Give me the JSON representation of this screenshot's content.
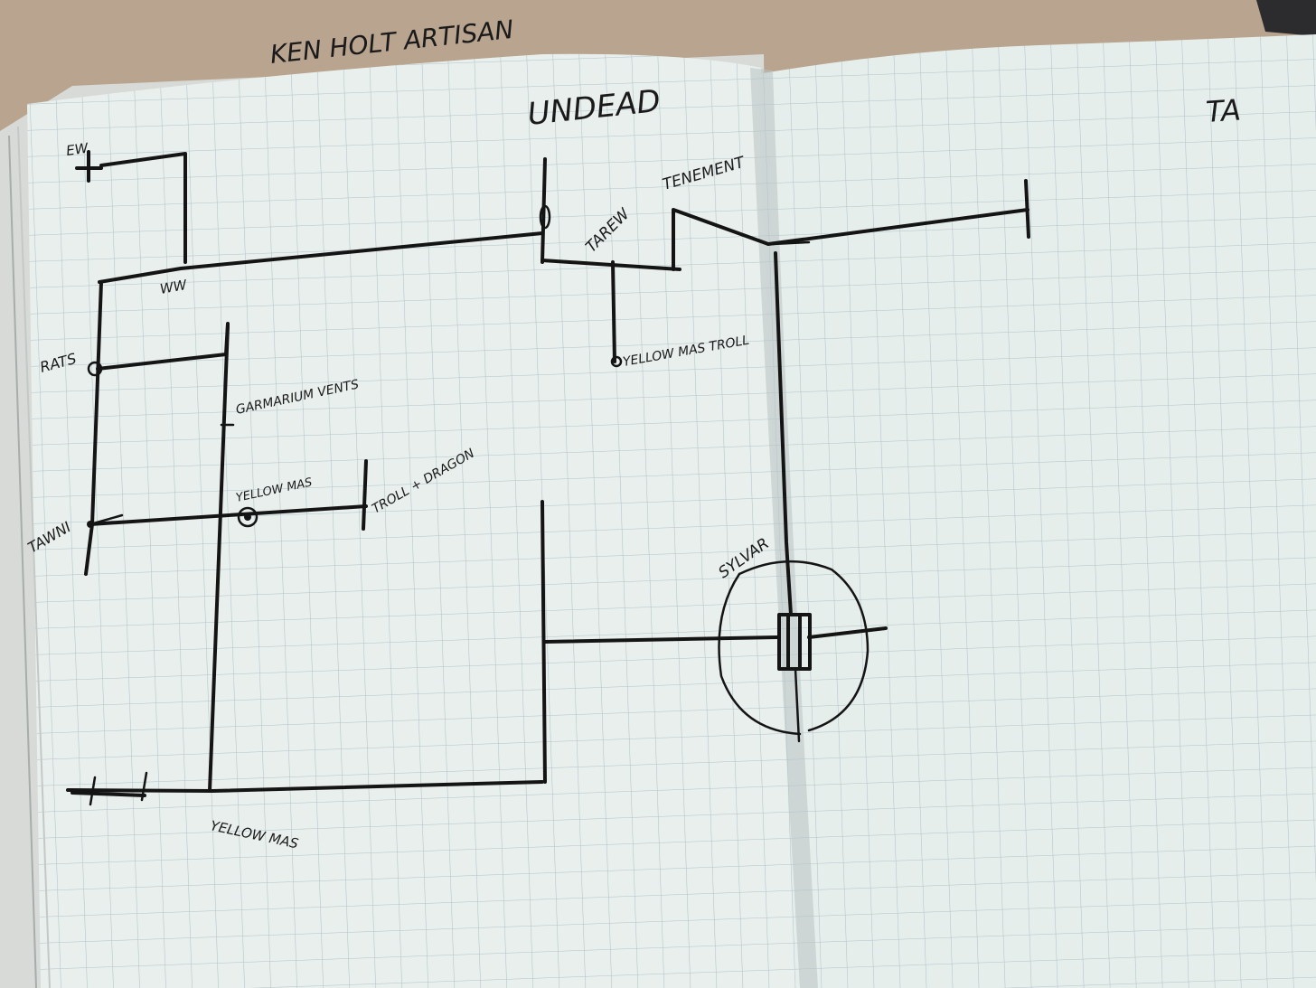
{
  "title": "KEN HOLT ARTISAN",
  "headings": {
    "center": "UNDEAD",
    "right": "TA"
  },
  "labels": {
    "ew": "EW",
    "ww": "WW",
    "rats": "RATS",
    "garmarium": "GARMARIUM VENTS",
    "yellow_mas_mid": "YELLOW MAS",
    "troll": "TROLL + DRAGON",
    "tawni": "TAWNI",
    "yellow_mas_bottom": "YELLOW MAS",
    "tarew": "TAREW",
    "tenement": "TENEMENT",
    "yellow_mas_troll": "YELLOW MAS TROLL",
    "sylvar": "SYLVAR"
  },
  "colors": {
    "ink": "#141414",
    "paper": "#e7eeea",
    "grid": "#9fb3bd",
    "table": "#b9a48f"
  }
}
